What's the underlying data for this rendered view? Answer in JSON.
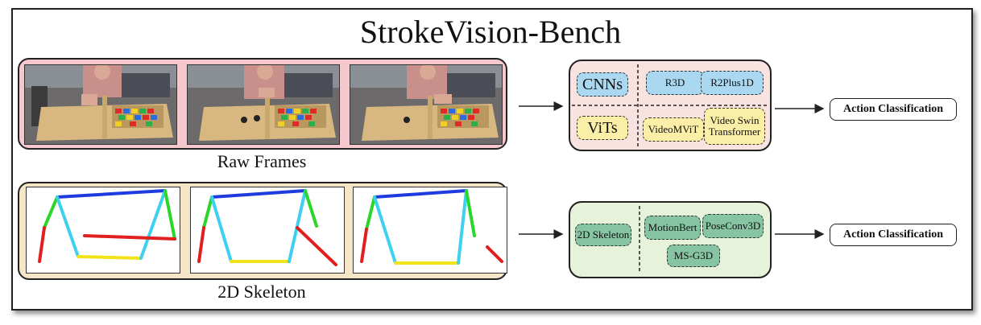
{
  "title": "StrokeVision-Bench",
  "raw_frames": {
    "caption": "Raw Frames"
  },
  "skeleton": {
    "caption": "2D Skeleton"
  },
  "video_models": {
    "cnn_label": "CNNs",
    "vit_label": "ViTs",
    "cnn_models": [
      "R3D",
      "R2Plus1D"
    ],
    "vit_models": [
      "VideoMViT",
      "Video Swin Transformer"
    ]
  },
  "skeleton_models": {
    "input_label": "2D Skeleton",
    "models": [
      "MotionBert",
      "PoseConv3D",
      "MS-G3D"
    ]
  },
  "outputs": {
    "top": "Action Classification",
    "bottom": "Action Classification"
  },
  "colors": {
    "raw_panel": "#f5c8cd",
    "skeleton_panel": "#f6e6c8",
    "video_box": "#f9e3e0",
    "skeleton_box": "#e6f3da",
    "cnn": "#a9d8f0",
    "vit": "#fbefa8",
    "skel_model": "#86c4a3"
  }
}
